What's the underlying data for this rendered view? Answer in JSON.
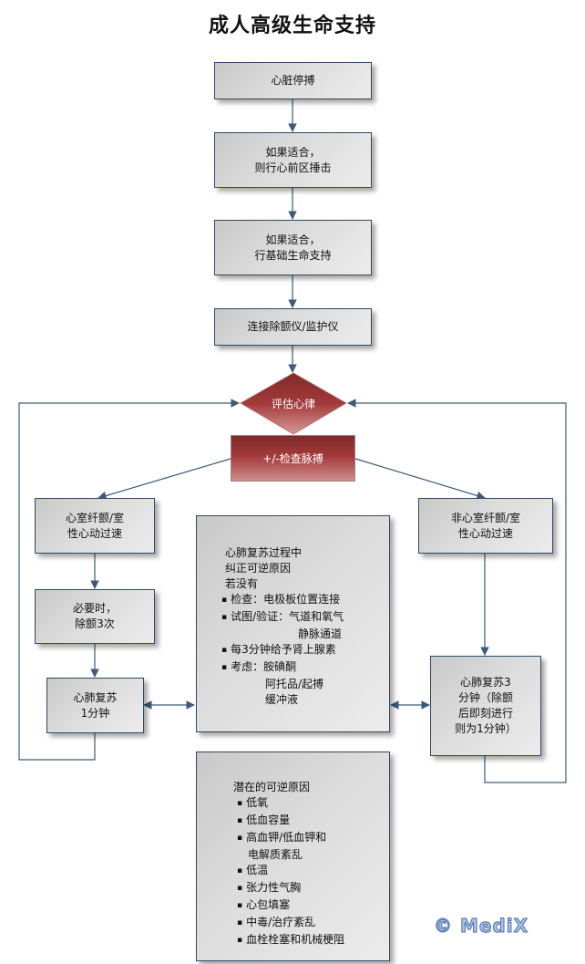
{
  "title": "成人高级生命支持",
  "nodes": {
    "cardiac_arrest": [
      "心脏停搏"
    ],
    "precordial_thump": [
      "如果适合，",
      "则行心前区捶击"
    ],
    "bls": [
      "如果适合，",
      "行基础生命支持"
    ],
    "attach_defib": [
      "连接除颤仪/监护仪"
    ],
    "assess_rhythm": "评估心律",
    "check_pulse": "+/-检查脉搏",
    "vf_vt": [
      "心室纤颤/室",
      "性心动过速"
    ],
    "defib_3": [
      "必要时，",
      "除颤3次"
    ],
    "cpr_1min": [
      "心肺复苏",
      "1分钟"
    ],
    "non_vf_vt": [
      "非心室纤颤/室",
      "性心动过速"
    ],
    "cpr_3min": [
      "心肺复苏3",
      "分钟（除颤",
      "后即刻进行",
      "则为1分钟）"
    ]
  },
  "during_cpr": {
    "heading": [
      "心肺复苏过程中",
      "纠正可逆原因",
      "若没有"
    ],
    "items": [
      {
        "text": "检查：电极板位置连接",
        "cont": []
      },
      {
        "text": "试图/验证：气道和氧气",
        "cont": [
          "静脉通道"
        ]
      },
      {
        "text": "每3分钟给予肾上腺素",
        "cont": []
      },
      {
        "text": "考虑：胺碘酮",
        "cont": [
          "阿托品/起搏",
          "缓冲液"
        ]
      }
    ]
  },
  "reversible_causes": {
    "heading": "潜在的可逆原因",
    "items": [
      {
        "text": "低氧",
        "cont": []
      },
      {
        "text": "低血容量",
        "cont": []
      },
      {
        "text": "高血钾/低血钾和",
        "cont": [
          "电解质紊乱"
        ]
      },
      {
        "text": "低温",
        "cont": []
      },
      {
        "text": "张力性气胸",
        "cont": []
      },
      {
        "text": "心包填塞",
        "cont": []
      },
      {
        "text": "中毒/治疗紊乱",
        "cont": []
      },
      {
        "text": "血栓栓塞和机械梗阻",
        "cont": []
      }
    ]
  },
  "watermark": "© MediX",
  "colors": {
    "line": "#3d5a78",
    "box_border": "#2f4a66",
    "decision_top": "#7d2a2a",
    "decision_bottom": "#cf8c8c"
  }
}
